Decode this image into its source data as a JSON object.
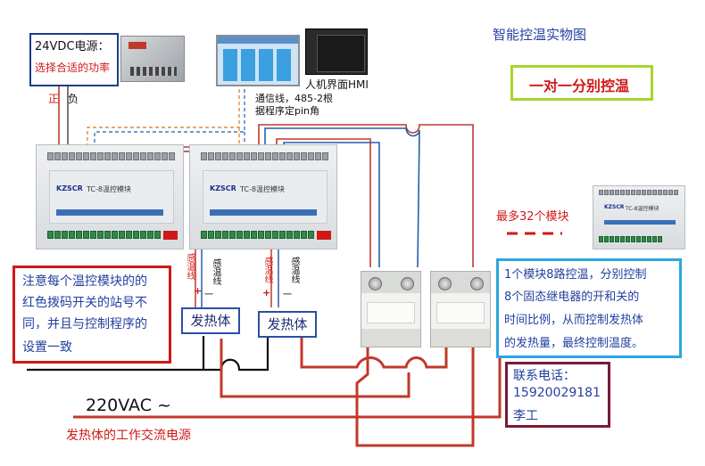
{
  "title": "智能控温实物图",
  "power": {
    "line1": "24VDC电源：",
    "line2": "选择合适的功率"
  },
  "polarity": {
    "positive": "正",
    "negative": "负"
  },
  "hmi_label": "人机界面HMI",
  "comm_note": {
    "line1": "通信线，485-2根",
    "line2": "据程序定pin角"
  },
  "one_to_one": "一对一分别控温",
  "module_text": {
    "brand": "KZSCR",
    "name": "TC-8温控模块"
  },
  "max_modules": "最多32个模块",
  "notice": {
    "line1": "注意每个温控模块的的",
    "line2": "红色拨码开关的站号不",
    "line3": "同，并且与控制程序的",
    "line4": "设置一致"
  },
  "sensor": {
    "plus_label": "感温线",
    "plus_sign": "+",
    "minus_label": "感温线",
    "minus_sign": "一"
  },
  "heater_label": "发热体",
  "description": {
    "line1": "1个模块8路控温，分别控制",
    "line2": "8个固态继电器的开和关的",
    "line3": "时间比例，从而控制发热体",
    "line4": "的发热量，最终控制温度。"
  },
  "contact": {
    "label": "联系电话：",
    "phone": "15920029181",
    "name": "李工"
  },
  "ac_voltage": "220VAC ~",
  "ac_note": "发热体的工作交流电源",
  "colors": {
    "red_wire": "#c0392b",
    "blue_wire": "#2a5caa",
    "black_wire": "#111111",
    "accent_blue": "#2340a0",
    "red_text": "#d01818"
  }
}
